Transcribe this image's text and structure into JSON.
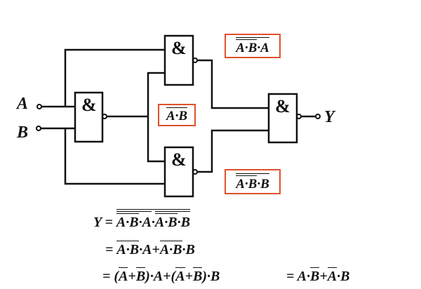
{
  "gate_symbol": "&",
  "inputs": {
    "a": "A",
    "b": "B"
  },
  "output": "Y",
  "labels": {
    "top": {
      "ab": "A·B",
      "rest": "·A"
    },
    "middle": {
      "ab": "A·B"
    },
    "bottom": {
      "ab": "A·B",
      "rest": "·B"
    }
  },
  "equations": {
    "eq1": {
      "lhs": "Y =",
      "p1": "A·B",
      "p2": "·A",
      "p3": "·",
      "p4": "A·B",
      "p5": "·B"
    },
    "eq2": {
      "eq": "=",
      "p1": "A·B",
      "p2": "·A+",
      "p3": "A·B",
      "p4": "·B"
    },
    "eq3": {
      "eq": "= (",
      "a1": "A",
      "plus1": "+",
      "b1": "B",
      "mid": ")·A+(",
      "a2": "A",
      "plus2": "+",
      "b2": "B",
      "end": ")·B"
    },
    "eq4": {
      "eq": "= A·",
      "b": "B",
      "plus": "+",
      "a": "A",
      "end": "·B"
    }
  },
  "colors": {
    "highlight_border": "#e0502c",
    "line": "#111111"
  }
}
